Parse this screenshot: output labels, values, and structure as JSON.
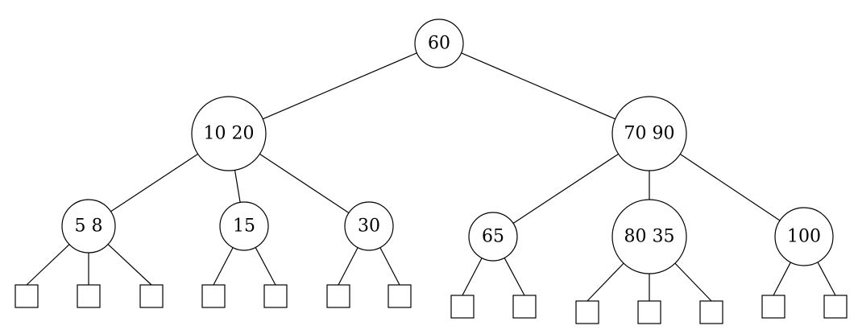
{
  "diagram": {
    "type": "2-3-tree",
    "nodes": [
      {
        "id": "root",
        "label": "60",
        "children": [
          "n1020",
          "n7090"
        ]
      },
      {
        "id": "n1020",
        "label": "10 20",
        "children": [
          "n58",
          "n15",
          "n30"
        ]
      },
      {
        "id": "n7090",
        "label": "70 90",
        "children": [
          "n65",
          "n8035",
          "n100"
        ]
      },
      {
        "id": "n58",
        "label": "5 8",
        "leaves": 3
      },
      {
        "id": "n15",
        "label": "15",
        "leaves": 2
      },
      {
        "id": "n30",
        "label": "30",
        "leaves": 2
      },
      {
        "id": "n65",
        "label": "65",
        "leaves": 2
      },
      {
        "id": "n8035",
        "label": "80 35",
        "leaves": 3
      },
      {
        "id": "n100",
        "label": "100",
        "leaves": 2
      }
    ]
  }
}
